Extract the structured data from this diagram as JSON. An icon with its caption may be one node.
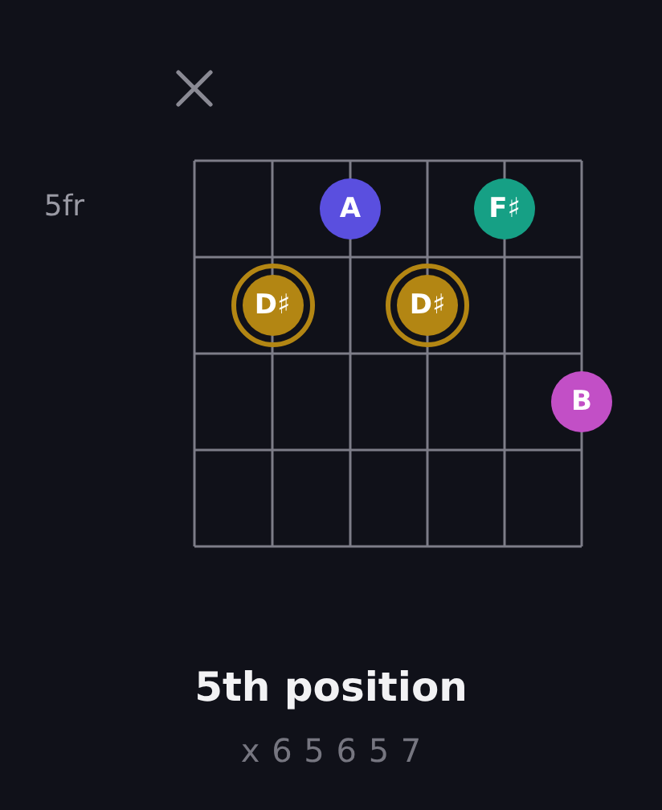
{
  "diagram": {
    "title": "5th position",
    "caption": "x 6 5 6 5 7",
    "nodes": [
      {
        "text": [
          "A"
        ]
      },
      {
        "text": [
          "F♯"
        ]
      },
      {
        "text": [
          "D♯"
        ]
      },
      {
        "text": [
          "D♯"
        ]
      },
      {
        "text": [
          "B"
        ]
      }
    ],
    "labels": [
      "5fr"
    ]
  }
}
